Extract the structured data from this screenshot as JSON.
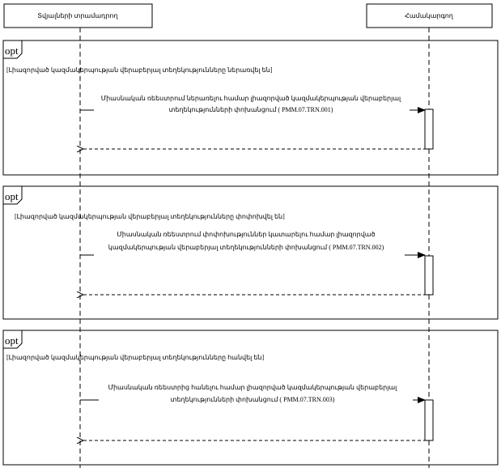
{
  "participants": {
    "left": "Տվյալների տրամադրող",
    "right": "Համակարգող"
  },
  "fragments": [
    {
      "operator": "opt",
      "guard": "[Լիազորված կազմակերպության վերաբերյալ տեղեկությունները ներառվել են]",
      "message": [
        "Միասնական ռեեստրում ներառելու համար լիազորված կազմակերպության վերաբերյալ",
        "տեղեկությունների փոխանցում ( PMM.07.TRN.001)"
      ]
    },
    {
      "operator": "opt",
      "guard": "[Լիազորված կազմակերպության վերաբերյալ տեղեկությունները փոփոխվել են]",
      "message": [
        "Միասնական ռեեստրում փոփոխություններ կատարելու համար լիազորված",
        "կազմակերպության վերաբերյալ տեղեկությունների փոխանցում ( PMM.07.TRN.002)"
      ]
    },
    {
      "operator": "opt",
      "guard": "[Լիազորված կազմակերպության վերաբերյալ տեղեկությունները հանվել են]",
      "message": [
        "Միասնական ռեեստրից հանելու համար լիազորված կազմակերպության վերաբերյալ",
        "տեղեկությունների փոխանցում ( PMM.07.TRN.003)"
      ]
    }
  ]
}
